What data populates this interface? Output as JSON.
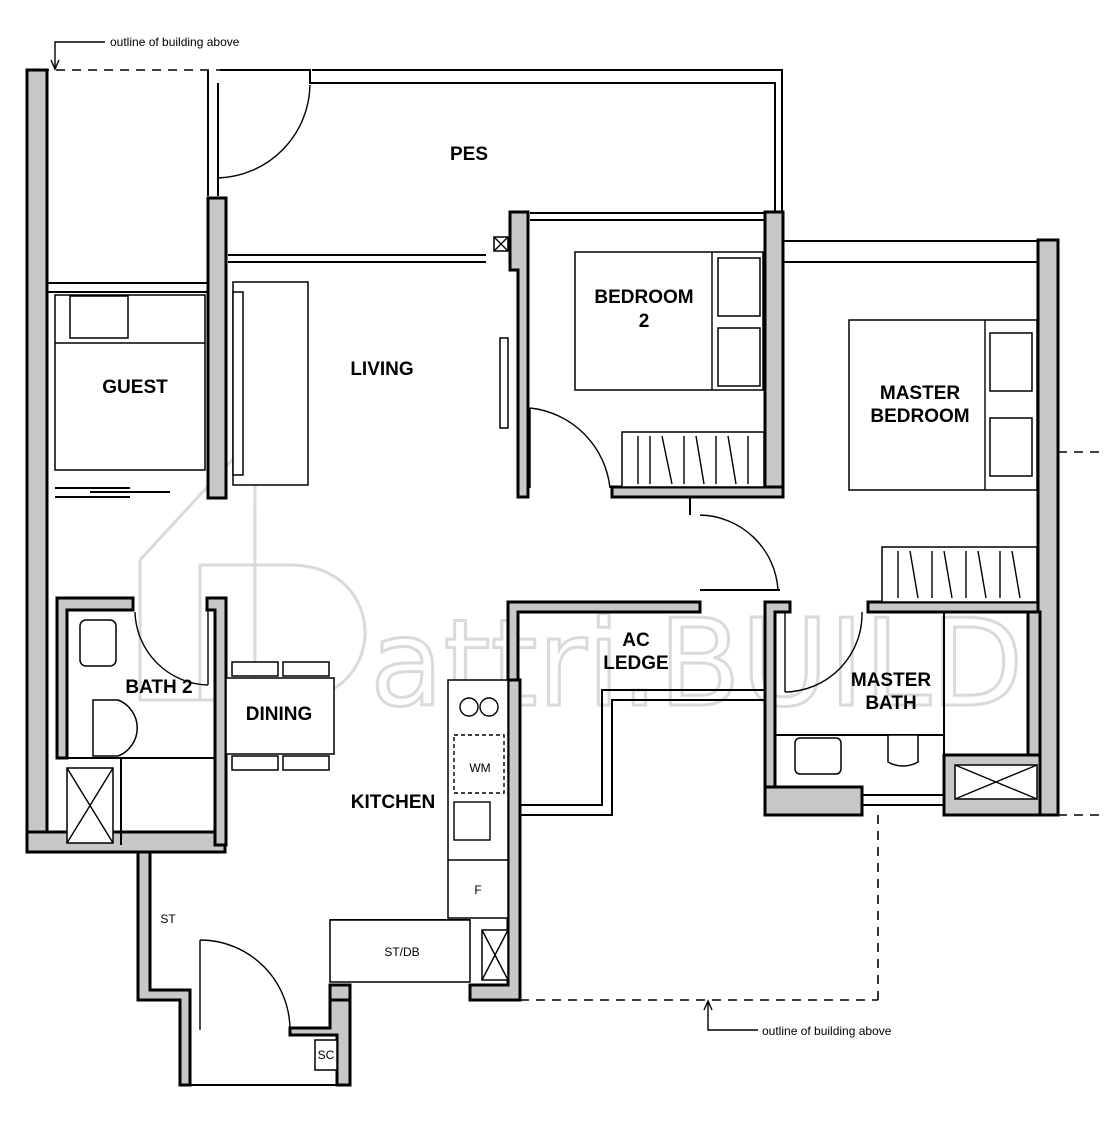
{
  "annotations": {
    "outline_top": "outline of building above",
    "outline_bottom": "outline of building above"
  },
  "rooms": {
    "pes": "PES",
    "living": "LIVING",
    "guest": "GUEST",
    "bedroom2_line1": "BEDROOM",
    "bedroom2_line2": "2",
    "master_bedroom_line1": "MASTER",
    "master_bedroom_line2": "BEDROOM",
    "bath2": "BATH 2",
    "dining": "DINING",
    "ac_ledge_line1": "AC",
    "ac_ledge_line2": "LEDGE",
    "master_bath_line1": "MASTER",
    "master_bath_line2": "BATH",
    "kitchen": "KITCHEN"
  },
  "fixtures": {
    "wm": "WM",
    "fridge": "F",
    "store": "ST",
    "store_db": "ST/DB",
    "sc": "SC"
  },
  "watermark": "attri.BUILD",
  "colors": {
    "wall_fill": "#c8c8c8",
    "line": "#000000",
    "watermark": "#bdbdbd"
  }
}
